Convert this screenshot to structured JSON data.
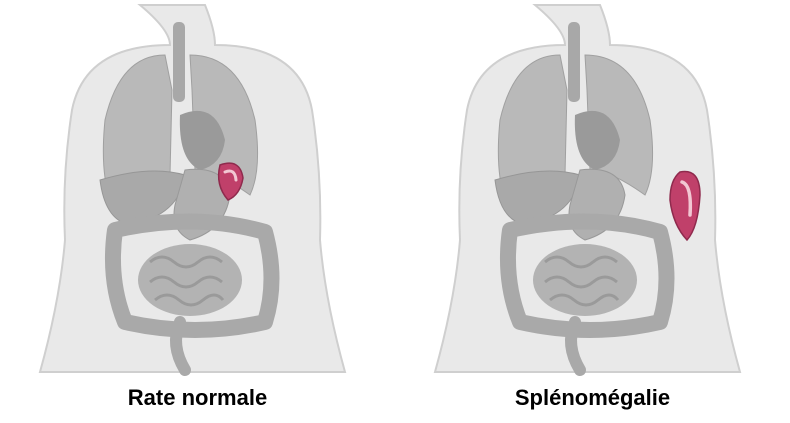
{
  "figure": {
    "panels": [
      {
        "caption": "Rate normale",
        "spleen": "normal"
      },
      {
        "caption": "Splénomégalie",
        "spleen": "enlarged"
      }
    ]
  },
  "colors": {
    "body": "#e9e9e9",
    "body_outline": "#cfcfcf",
    "organ": "#b9b9b9",
    "organ_dark": "#9a9a9a",
    "spleen": "#c0406a",
    "spleen_light": "#f2c7d3"
  }
}
